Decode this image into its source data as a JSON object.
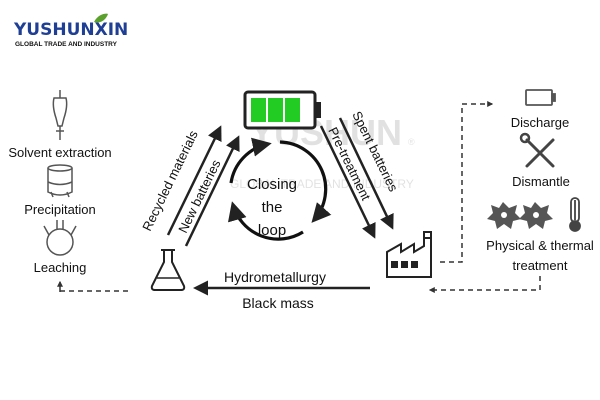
{
  "brand": {
    "name_part1": "YUSHUN",
    "name_part2": "XIN",
    "tagline": "GLOBAL TRADE AND INDUSTRY",
    "watermark_main": "YUSHUN",
    "watermark_sub": "GLOBAL TRADE AND INDUSTRY",
    "registered_mark": "®",
    "colors": {
      "blue": "#1f3f95",
      "green": "#5aa02c"
    }
  },
  "cycle": {
    "center_lines": [
      "Closing",
      "the",
      "loop"
    ],
    "arrow_recycled": "Recycled materials",
    "arrow_new": "New batteries",
    "arrow_spent": "Spent batteries",
    "arrow_pretreat": "Pre-treatment",
    "arrow_hydro": "Hydrometallurgy",
    "arrow_black": "Black mass"
  },
  "left_steps": {
    "solvent": "Solvent extraction",
    "precipitation": "Precipitation",
    "leaching": "Leaching"
  },
  "right_steps": {
    "discharge": "Discharge",
    "dismantle": "Dismantle",
    "physical_line1": "Physical & thermal",
    "physical_line2": "treatment"
  },
  "icons": {
    "battery": "battery-full-icon",
    "flask": "erlenmeyer-flask-icon",
    "factory": "factory-icon",
    "funnel": "separatory-funnel-icon",
    "beaker": "beaker-icon",
    "round_flask": "three-neck-flask-icon",
    "empty_battery": "battery-empty-icon",
    "tools": "wrench-screwdriver-icon",
    "gears": "crusher-blades-icon",
    "thermometer": "thermometer-icon"
  },
  "accent": {
    "battery_green": "#22cc22",
    "line": "#222222"
  }
}
